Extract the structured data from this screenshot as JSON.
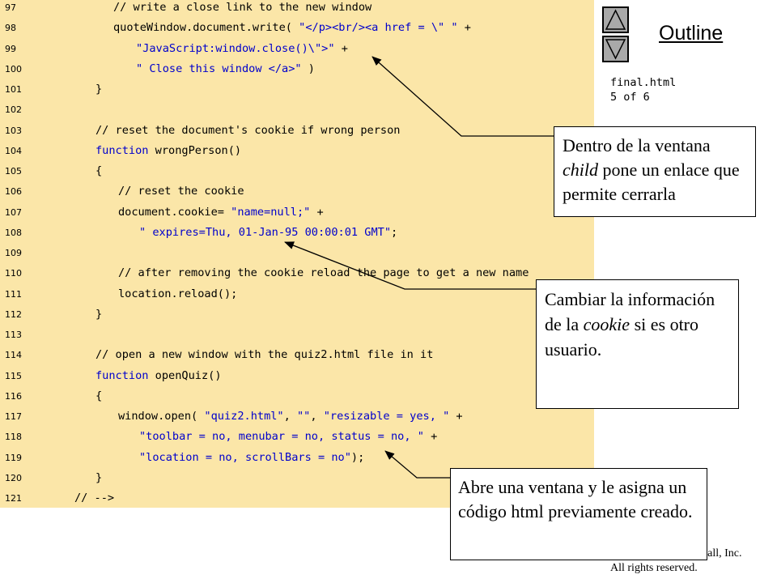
{
  "code_lines": [
    {
      "n": "97",
      "segs": [
        {
          "t": "// write a close link to the new window",
          "c": "comment"
        }
      ]
    },
    {
      "n": "98",
      "segs": [
        {
          "t": "quoteWindow.document.write( ",
          "c": "plain"
        },
        {
          "t": "\"</p><br/><a href = \\\" \"",
          "c": "str"
        },
        {
          "t": " +",
          "c": "plain"
        }
      ]
    },
    {
      "n": "99",
      "segs": [
        {
          "t": "\"JavaScript:window.close()\\\">\"",
          "c": "str"
        },
        {
          "t": " +",
          "c": "plain"
        }
      ]
    },
    {
      "n": "100",
      "segs": [
        {
          "t": "\" Close this window </a>\"",
          "c": "str"
        },
        {
          "t": " )",
          "c": "plain"
        }
      ]
    },
    {
      "n": "101",
      "segs": [
        {
          "t": "}",
          "c": "plain"
        }
      ]
    },
    {
      "n": "102",
      "segs": []
    },
    {
      "n": "103",
      "segs": [
        {
          "t": "// reset the document's cookie if wrong person",
          "c": "comment"
        }
      ]
    },
    {
      "n": "104",
      "segs": [
        {
          "t": "function",
          "c": "kw"
        },
        {
          "t": " wrongPerson()",
          "c": "plain"
        }
      ]
    },
    {
      "n": "105",
      "segs": [
        {
          "t": "{",
          "c": "plain"
        }
      ]
    },
    {
      "n": "106",
      "segs": [
        {
          "t": "// reset the cookie",
          "c": "comment"
        }
      ]
    },
    {
      "n": "107",
      "segs": [
        {
          "t": "document.cookie= ",
          "c": "plain"
        },
        {
          "t": "\"name=null;\"",
          "c": "str"
        },
        {
          "t": " +",
          "c": "plain"
        }
      ]
    },
    {
      "n": "108",
      "segs": [
        {
          "t": "\" expires=Thu, 01-Jan-95 00:00:01 GMT\"",
          "c": "str"
        },
        {
          "t": ";",
          "c": "plain"
        }
      ]
    },
    {
      "n": "109",
      "segs": []
    },
    {
      "n": "110",
      "segs": [
        {
          "t": "// after removing the cookie reload the page to get a new name",
          "c": "comment"
        }
      ]
    },
    {
      "n": "111",
      "segs": [
        {
          "t": "location.reload();",
          "c": "plain"
        }
      ]
    },
    {
      "n": "112",
      "segs": [
        {
          "t": "}",
          "c": "plain"
        }
      ]
    },
    {
      "n": "113",
      "segs": []
    },
    {
      "n": "114",
      "segs": [
        {
          "t": "// open a new window with the quiz2.html file in it",
          "c": "comment"
        }
      ]
    },
    {
      "n": "115",
      "segs": [
        {
          "t": "function",
          "c": "kw"
        },
        {
          "t": " openQuiz()",
          "c": "plain"
        }
      ]
    },
    {
      "n": "116",
      "segs": [
        {
          "t": "{",
          "c": "plain"
        }
      ]
    },
    {
      "n": "117",
      "segs": [
        {
          "t": "window.open( ",
          "c": "plain"
        },
        {
          "t": "\"quiz2.html\"",
          "c": "str"
        },
        {
          "t": ", ",
          "c": "plain"
        },
        {
          "t": "\"\"",
          "c": "str"
        },
        {
          "t": ", ",
          "c": "plain"
        },
        {
          "t": "\"resizable = yes, \"",
          "c": "str"
        },
        {
          "t": " +",
          "c": "plain"
        }
      ]
    },
    {
      "n": "118",
      "segs": [
        {
          "t": "\"toolbar = no, menubar = no, status = no, \"",
          "c": "str"
        },
        {
          "t": " +",
          "c": "plain"
        }
      ]
    },
    {
      "n": "119",
      "segs": [
        {
          "t": "\"location = no, scrollBars = no\"",
          "c": "str"
        },
        {
          "t": ");",
          "c": "plain"
        }
      ]
    },
    {
      "n": "120",
      "segs": [
        {
          "t": "}",
          "c": "plain"
        }
      ]
    },
    {
      "n": "121",
      "segs": [
        {
          "t": "// -->",
          "c": "plain"
        }
      ]
    }
  ],
  "nav": {
    "up_icon": "triangle-up-icon",
    "down_icon": "triangle-down-icon",
    "outline_label": "Outline"
  },
  "file_info": {
    "filename": "final.html",
    "page": "5 of 6"
  },
  "callouts": {
    "c1": {
      "parts": [
        {
          "t": "Dentro de la ventana ",
          "i": false
        },
        {
          "t": "child",
          "i": true
        },
        {
          "t": " pone un enlace que permite cerrarla",
          "i": false
        }
      ]
    },
    "c2": {
      "parts": [
        {
          "t": "Cambiar la información de la ",
          "i": false
        },
        {
          "t": "cookie",
          "i": true
        },
        {
          "t": " si es otro usuario.",
          "i": false
        }
      ]
    },
    "c3": {
      "parts": [
        {
          "t": "Abre una ventana y le asigna un código html previamente creado.",
          "i": false
        }
      ]
    }
  },
  "footer": {
    "copyright_tail": "Hall, Inc.",
    "rights": "All rights reserved."
  },
  "colors": {
    "code_background": "#fbe6a8",
    "code_blue": "#0000cc",
    "nav_button": "#a9a9a9"
  }
}
